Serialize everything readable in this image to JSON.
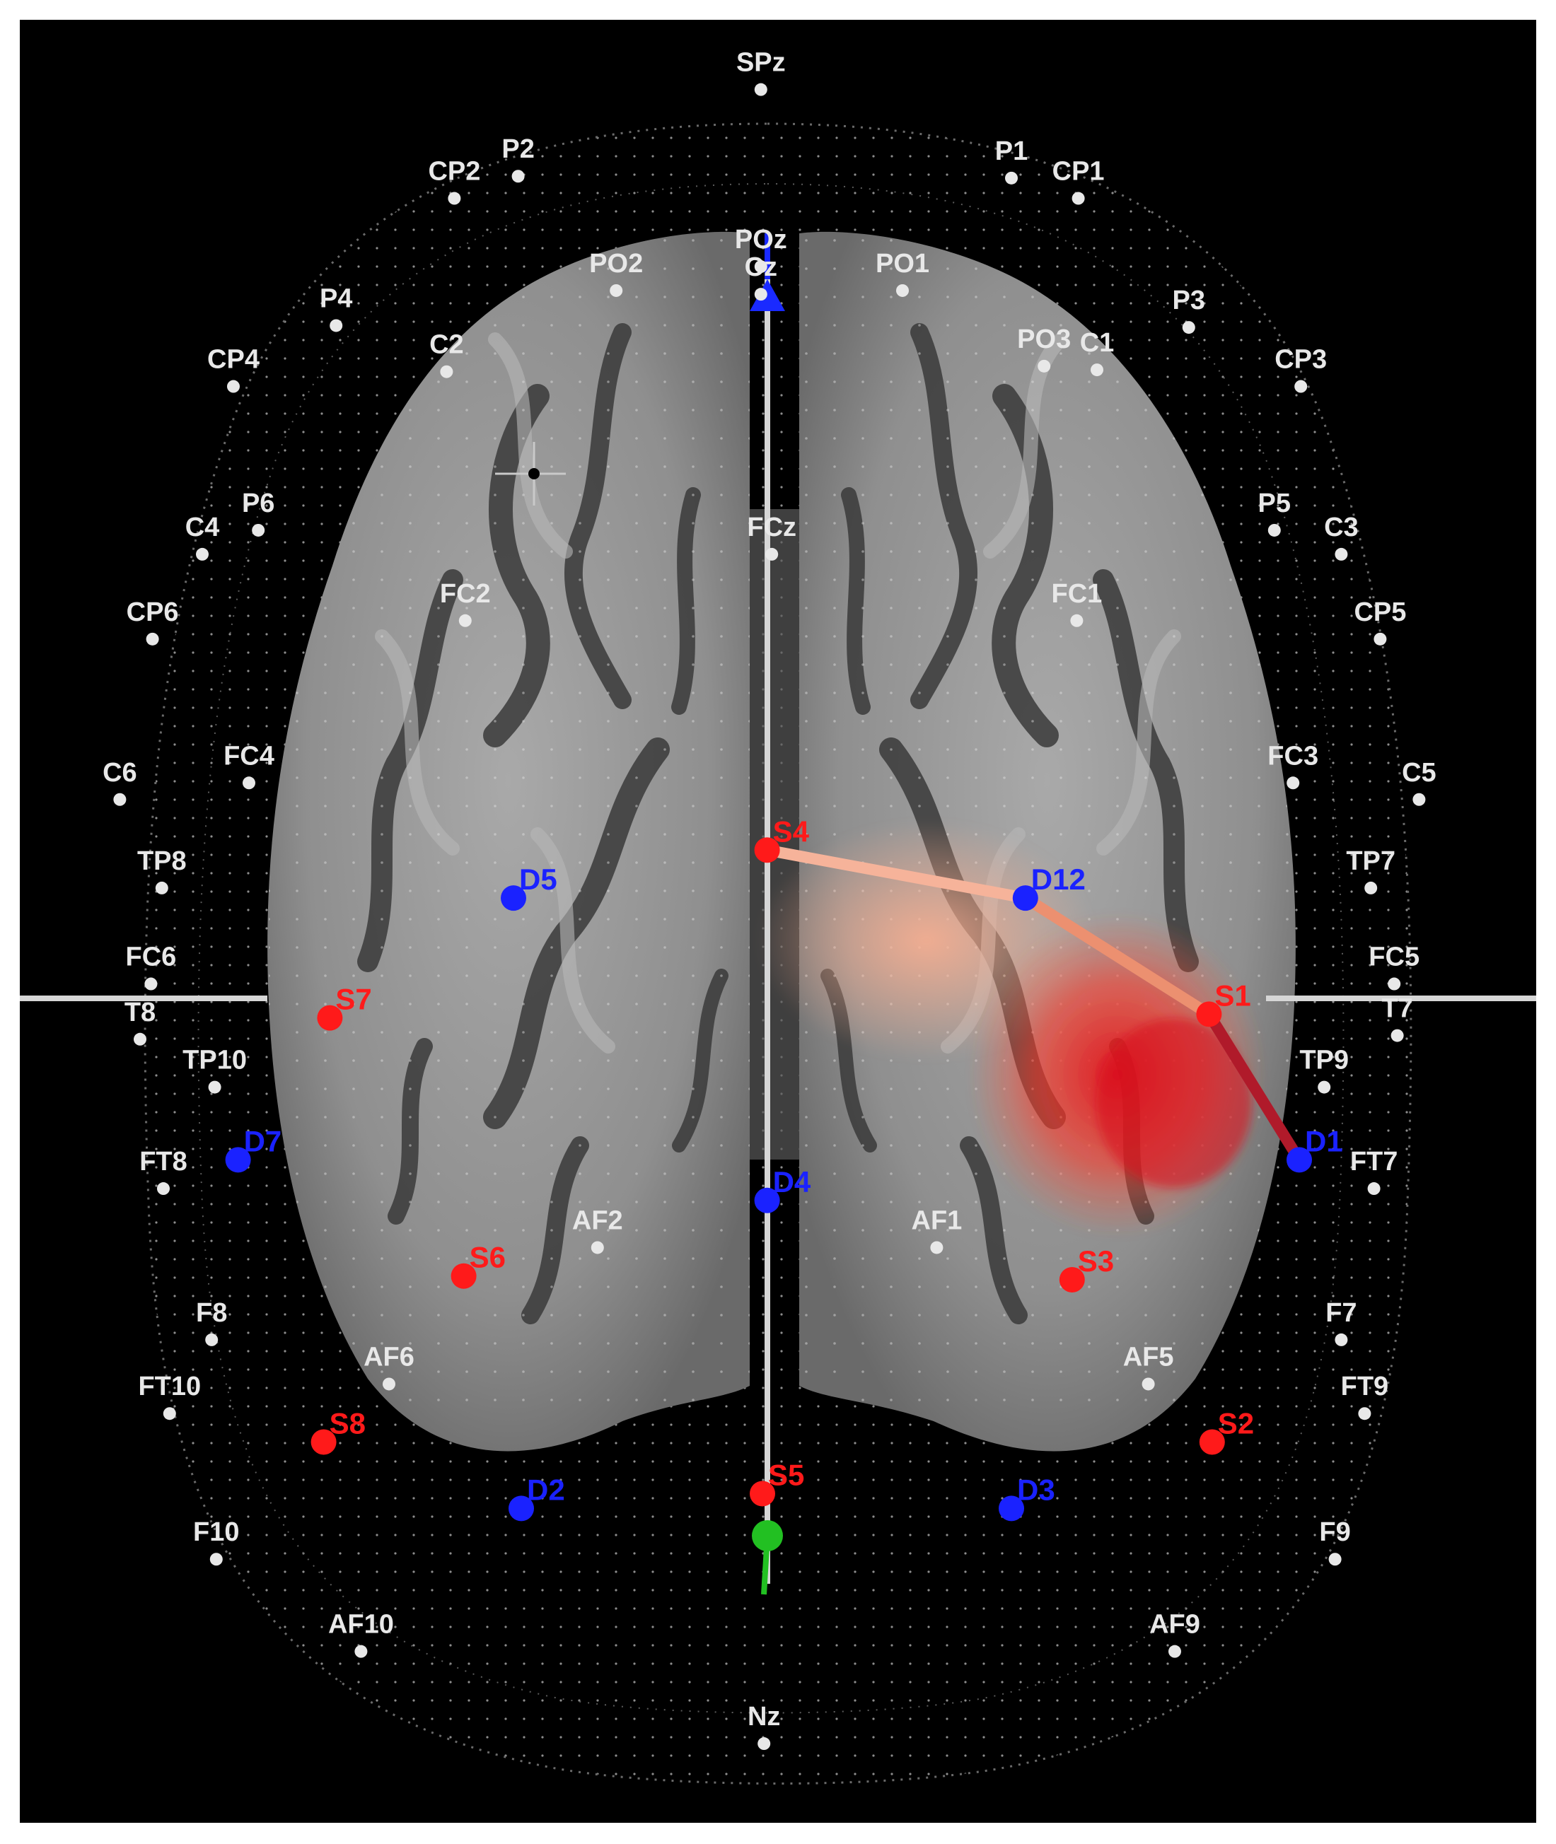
{
  "colors": {
    "background": "#000000",
    "border": "#ffffff",
    "cortex": "#9a9a9a",
    "electrode_label": "#e8e8e8",
    "source": "#ff1a1a",
    "detector": "#1a22ff",
    "axis": "#d6d6d6",
    "axis_marker_blue": "#1a2aff",
    "axis_marker_green": "#22c022",
    "activation": "#ff2a1a",
    "channel_light": "#f6b39a",
    "channel_mid": "#ec9070",
    "channel_dark": "#b01a2a"
  },
  "electrodes": [
    {
      "label": "SPz",
      "nx": 0.489,
      "ny": 0.034
    },
    {
      "label": "P2",
      "nx": 0.333,
      "ny": 0.081
    },
    {
      "label": "CP2",
      "nx": 0.292,
      "ny": 0.093
    },
    {
      "label": "P1",
      "nx": 0.65,
      "ny": 0.082
    },
    {
      "label": "CP1",
      "nx": 0.693,
      "ny": 0.093
    },
    {
      "label": "POz",
      "nx": 0.489,
      "ny": 0.13
    },
    {
      "label": "Cz",
      "nx": 0.489,
      "ny": 0.145
    },
    {
      "label": "PO2",
      "nx": 0.396,
      "ny": 0.143
    },
    {
      "label": "PO1",
      "nx": 0.58,
      "ny": 0.143
    },
    {
      "label": "P4",
      "nx": 0.216,
      "ny": 0.162
    },
    {
      "label": "P3",
      "nx": 0.764,
      "ny": 0.163
    },
    {
      "label": "CP4",
      "nx": 0.15,
      "ny": 0.195
    },
    {
      "label": "C2",
      "nx": 0.287,
      "ny": 0.187
    },
    {
      "label": "PO3",
      "nx": 0.671,
      "ny": 0.184
    },
    {
      "label": "C1",
      "nx": 0.705,
      "ny": 0.186
    },
    {
      "label": "CP3",
      "nx": 0.836,
      "ny": 0.195
    },
    {
      "label": "P6",
      "nx": 0.166,
      "ny": 0.273
    },
    {
      "label": "C4",
      "nx": 0.13,
      "ny": 0.286
    },
    {
      "label": "FCz",
      "nx": 0.496,
      "ny": 0.286
    },
    {
      "label": "P5",
      "nx": 0.819,
      "ny": 0.273
    },
    {
      "label": "C3",
      "nx": 0.862,
      "ny": 0.286
    },
    {
      "label": "FC2",
      "nx": 0.299,
      "ny": 0.322
    },
    {
      "label": "FC1",
      "nx": 0.692,
      "ny": 0.322
    },
    {
      "label": "CP6",
      "nx": 0.098,
      "ny": 0.332
    },
    {
      "label": "CP5",
      "nx": 0.887,
      "ny": 0.332
    },
    {
      "label": "FC4",
      "nx": 0.16,
      "ny": 0.41
    },
    {
      "label": "FC3",
      "nx": 0.831,
      "ny": 0.41
    },
    {
      "label": "C6",
      "nx": 0.077,
      "ny": 0.419
    },
    {
      "label": "C5",
      "nx": 0.912,
      "ny": 0.419
    },
    {
      "label": "TP8",
      "nx": 0.104,
      "ny": 0.467
    },
    {
      "label": "TP7",
      "nx": 0.881,
      "ny": 0.467
    },
    {
      "label": "FC6",
      "nx": 0.097,
      "ny": 0.519
    },
    {
      "label": "FC5",
      "nx": 0.896,
      "ny": 0.519
    },
    {
      "label": "T8",
      "nx": 0.09,
      "ny": 0.549
    },
    {
      "label": "T7",
      "nx": 0.898,
      "ny": 0.547
    },
    {
      "label": "TP10",
      "nx": 0.138,
      "ny": 0.575
    },
    {
      "label": "TP9",
      "nx": 0.851,
      "ny": 0.575
    },
    {
      "label": "FT8",
      "nx": 0.105,
      "ny": 0.63
    },
    {
      "label": "FT7",
      "nx": 0.883,
      "ny": 0.63
    },
    {
      "label": "AF2",
      "nx": 0.384,
      "ny": 0.662
    },
    {
      "label": "AF1",
      "nx": 0.602,
      "ny": 0.662
    },
    {
      "label": "F8",
      "nx": 0.136,
      "ny": 0.712
    },
    {
      "label": "F7",
      "nx": 0.862,
      "ny": 0.712
    },
    {
      "label": "AF6",
      "nx": 0.25,
      "ny": 0.736
    },
    {
      "label": "AF5",
      "nx": 0.738,
      "ny": 0.736
    },
    {
      "label": "FT10",
      "nx": 0.109,
      "ny": 0.752
    },
    {
      "label": "FT9",
      "nx": 0.877,
      "ny": 0.752
    },
    {
      "label": "F10",
      "nx": 0.139,
      "ny": 0.831
    },
    {
      "label": "F9",
      "nx": 0.858,
      "ny": 0.831
    },
    {
      "label": "AF10",
      "nx": 0.232,
      "ny": 0.881
    },
    {
      "label": "AF9",
      "nx": 0.755,
      "ny": 0.881
    },
    {
      "label": "Nz",
      "nx": 0.491,
      "ny": 0.931
    }
  ],
  "optodes": [
    {
      "label": "S4",
      "kind": "source",
      "nx": 0.493,
      "ny": 0.461
    },
    {
      "label": "D12",
      "kind": "detector",
      "nx": 0.659,
      "ny": 0.487
    },
    {
      "label": "S1",
      "kind": "source",
      "nx": 0.777,
      "ny": 0.55
    },
    {
      "label": "D5",
      "kind": "detector",
      "nx": 0.33,
      "ny": 0.487
    },
    {
      "label": "S7",
      "kind": "source",
      "nx": 0.212,
      "ny": 0.552
    },
    {
      "label": "D7",
      "kind": "detector",
      "nx": 0.153,
      "ny": 0.629
    },
    {
      "label": "D1",
      "kind": "detector",
      "nx": 0.835,
      "ny": 0.629
    },
    {
      "label": "D4",
      "kind": "detector",
      "nx": 0.493,
      "ny": 0.651
    },
    {
      "label": "S6",
      "kind": "source",
      "nx": 0.298,
      "ny": 0.692
    },
    {
      "label": "S3",
      "kind": "source",
      "nx": 0.689,
      "ny": 0.694
    },
    {
      "label": "S8",
      "kind": "source",
      "nx": 0.208,
      "ny": 0.782
    },
    {
      "label": "S2",
      "kind": "source",
      "nx": 0.779,
      "ny": 0.782
    },
    {
      "label": "D2",
      "kind": "detector",
      "nx": 0.335,
      "ny": 0.818
    },
    {
      "label": "S5",
      "kind": "source",
      "nx": 0.49,
      "ny": 0.81
    },
    {
      "label": "D3",
      "kind": "detector",
      "nx": 0.65,
      "ny": 0.818
    }
  ],
  "channels": [
    {
      "from": "S4",
      "to": "D12",
      "strength": "light"
    },
    {
      "from": "D12",
      "to": "S1",
      "strength": "mid"
    },
    {
      "from": "S1",
      "to": "D1",
      "strength": "dark"
    }
  ]
}
